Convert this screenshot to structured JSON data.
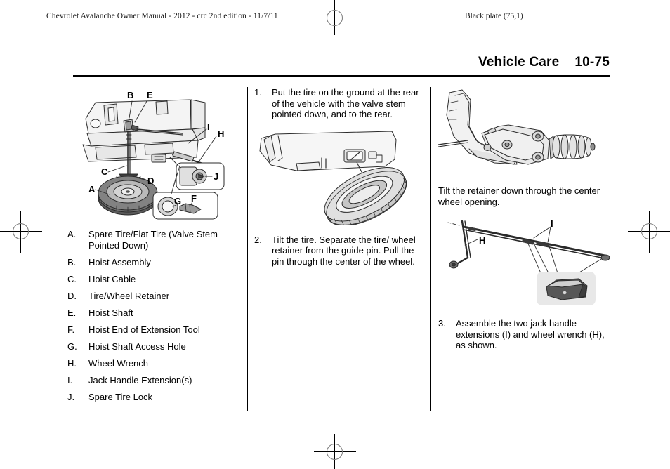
{
  "header": {
    "doc_meta": "Chevrolet Avalanche Owner Manual - 2012 - crc 2nd edition - 11/7/11",
    "plate_meta": "Black plate (75,1)",
    "section_title": "Vehicle Care",
    "page_number": "10-75"
  },
  "legend": {
    "items": [
      {
        "key": "A.",
        "label": "Spare Tire/Flat Tire (Valve Stem Pointed Down)"
      },
      {
        "key": "B.",
        "label": "Hoist Assembly"
      },
      {
        "key": "C.",
        "label": "Hoist Cable"
      },
      {
        "key": "D.",
        "label": "Tire/Wheel Retainer"
      },
      {
        "key": "E.",
        "label": "Hoist Shaft"
      },
      {
        "key": "F.",
        "label": "Hoist End of Extension Tool"
      },
      {
        "key": "G.",
        "label": "Hoist Shaft Access Hole"
      },
      {
        "key": "H.",
        "label": "Wheel Wrench"
      },
      {
        "key": "I.",
        "label": "Jack Handle Extension(s)"
      },
      {
        "key": "J.",
        "label": "Spare Tire Lock"
      }
    ]
  },
  "figure_1": {
    "callouts": {
      "a": "A",
      "b": "B",
      "c": "C",
      "d": "D",
      "e": "E",
      "f": "F",
      "g": "G",
      "h": "H",
      "i": "I",
      "j": "J"
    }
  },
  "figure_3": {
    "callouts": {
      "h": "H",
      "i": "I"
    }
  },
  "steps": {
    "step1": {
      "num": "1.",
      "text": "Put the tire on the ground at the rear of the vehicle with the valve stem pointed down, and to the rear."
    },
    "step2": {
      "num": "2.",
      "text": "Tilt the tire. Separate the tire/ wheel retainer from the guide pin. Pull the pin through the center of the wheel."
    },
    "step3": {
      "num": "3.",
      "text": "Assemble the two jack handle extensions (I) and wheel wrench (H), as shown."
    },
    "retainer_note": "Tilt the retainer down through the center wheel opening."
  },
  "colors": {
    "ink": "#000000",
    "paper": "#ffffff",
    "line_art_stroke": "#2b2b2b",
    "line_art_fill_light": "#f2f2f2",
    "line_art_fill_mid": "#d8d8d8",
    "line_art_fill_dark": "#8f8f8f",
    "tire_dark": "#4a4a4a",
    "registration_gray": "#777777"
  }
}
